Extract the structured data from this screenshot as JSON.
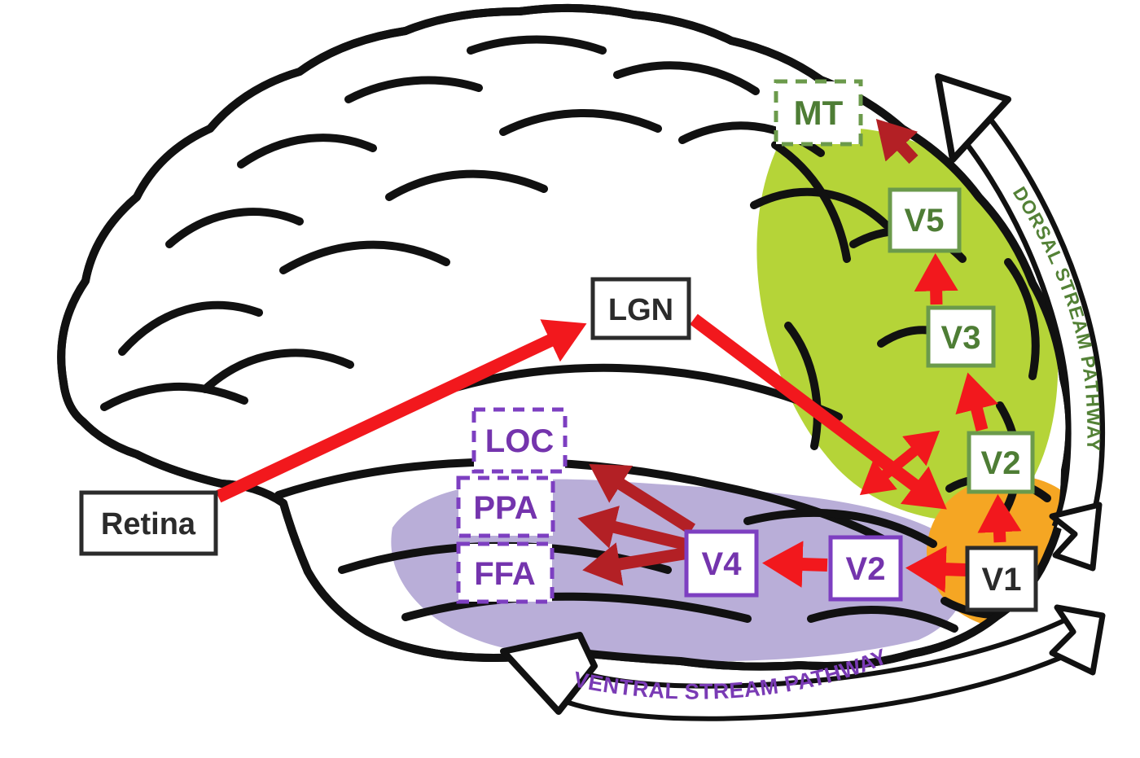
{
  "diagram": {
    "description": "Lateral view of human brain showing visual system pathways",
    "boxes": {
      "retina": {
        "label": "Retina",
        "style": "solid-black"
      },
      "lgn": {
        "label": "LGN",
        "style": "solid-black"
      },
      "v1": {
        "label": "V1",
        "style": "solid-black"
      },
      "v2_ventral": {
        "label": "V2",
        "style": "solid-purple"
      },
      "v4": {
        "label": "V4",
        "style": "solid-purple"
      },
      "loc": {
        "label": "LOC",
        "style": "dashed-purple"
      },
      "ppa": {
        "label": "PPA",
        "style": "dashed-purple"
      },
      "ffa": {
        "label": "FFA",
        "style": "dashed-purple"
      },
      "v2_dorsal": {
        "label": "V2",
        "style": "solid-green"
      },
      "v3": {
        "label": "V3",
        "style": "solid-green"
      },
      "v5": {
        "label": "V5",
        "style": "solid-green"
      },
      "mt": {
        "label": "MT",
        "style": "dashed-green"
      }
    },
    "pathways": {
      "dorsal": {
        "label": "DORSAL STREAM PATHWAY",
        "text_color": "#538136"
      },
      "ventral": {
        "label": "VENTRAL STREAM PATHWAY",
        "text_color": "#7a3bb5"
      }
    },
    "connections": [
      {
        "from": "Retina",
        "to": "LGN",
        "color": "bright-red"
      },
      {
        "from": "LGN",
        "to": "V1",
        "color": "bright-red"
      },
      {
        "from": "V1",
        "to": "V2 (dorsal)",
        "color": "bright-red"
      },
      {
        "from": "V2 (dorsal)",
        "to": "V3",
        "color": "bright-red"
      },
      {
        "from": "V3",
        "to": "V5",
        "color": "bright-red"
      },
      {
        "from": "V5",
        "to": "MT",
        "color": "dark-red"
      },
      {
        "from": "V1",
        "to": "V2 (ventral)",
        "color": "bright-red"
      },
      {
        "from": "V2 (ventral)",
        "to": "V4",
        "color": "bright-red"
      },
      {
        "from": "V4",
        "to": "LOC",
        "color": "dark-red"
      },
      {
        "from": "V4",
        "to": "PPA",
        "color": "dark-red"
      },
      {
        "from": "V4",
        "to": "FFA",
        "color": "dark-red"
      },
      {
        "from": "stream junction",
        "to": "dorsal and ventral regions",
        "color": "bright-red-double-headed"
      }
    ],
    "colors": {
      "bright_red_arrow": "#f2181d",
      "dark_red_arrow": "#b32025",
      "green_region": "#b5d438",
      "purple_region": "#b9aed8",
      "orange_region": "#f5a623",
      "green_label": "#4e7d35",
      "purple_label": "#7434ad",
      "outline_black": "#111111"
    }
  }
}
